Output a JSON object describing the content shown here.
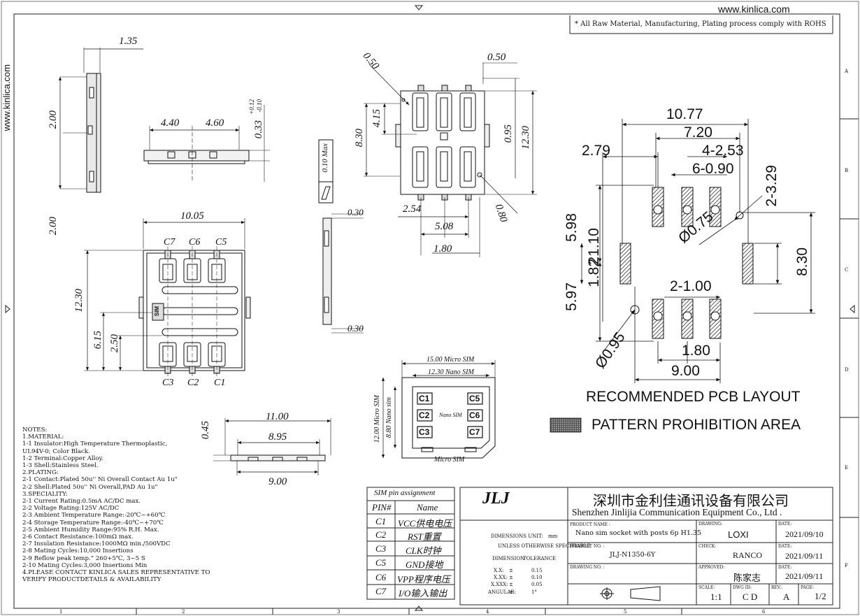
{
  "website": "www.kinlica.com",
  "side_website": "www.kinlica.com",
  "compliance_note": "* All Raw Material, Manufacturing, Plating process comply with ROHS",
  "left_drawing": {
    "dims": {
      "d135": "1.35",
      "d200a": "2.00",
      "d200b": "2.00",
      "d440": "4.40",
      "d460": "4.60",
      "d033": "0.33",
      "d033_tol_plus": "+0.12",
      "d033_tol_minus": "-0.10",
      "d1005": "10.05",
      "d1230": "12.30",
      "d615": "6.15",
      "d250": "2.50"
    },
    "contacts_top": [
      "C7",
      "C6",
      "C5"
    ],
    "contacts_bottom": [
      "C3",
      "C2",
      "C1"
    ],
    "sim_label": "SIM"
  },
  "middle_drawing": {
    "dims": {
      "d050": "0.50",
      "d050b": "0.50",
      "d415": "4.15",
      "d830": "8.30",
      "d095": "0.95",
      "d1230": "12.30",
      "d254": "2.54",
      "d508": "5.08",
      "d180": "1.80",
      "d080": "0.80",
      "d010": "0.10 Max",
      "d030a": "0.30",
      "d030b": "0.30"
    }
  },
  "side_view": {
    "dims": {
      "d045": "0.45",
      "d1100": "11.00",
      "d895": "8.95",
      "d900": "9.00"
    }
  },
  "card_drawing": {
    "micro_width": "15.00 Micro SIM",
    "nano_width": "12.30 Nano SIM",
    "micro_height": "12.00 Micro SIM",
    "nano_height": "8.80 Nano sim",
    "nano_label": "Nano SIM",
    "micro_label": "Micro SIM",
    "contacts": [
      "C1",
      "C5",
      "C2",
      "C6",
      "C3",
      "C7"
    ]
  },
  "pcb_layout": {
    "dims": {
      "d1077": "10.77",
      "d720": "7.20",
      "d279": "2.79",
      "d4_253": "4-2.53",
      "d6_090": "6-0.90",
      "d2_329": "2-3.29",
      "d598": "5.98",
      "d597": "5.97",
      "d2110": "21.10",
      "d1821": "1.82",
      "d075": "Ø0.75",
      "d830": "8.30",
      "d2_100": "2-1.00",
      "d095": "Ø0.95",
      "d180": "1.80",
      "d900": "9.00"
    },
    "title": "RECOMMENDED PCB LAYOUT",
    "legend": "PATTERN PROHIBITION AREA"
  },
  "notes": [
    "NOTES:",
    "1.MATERIAL:",
    "1-1 Insulator:High Temperature Thermoplastic,",
    "    UL94V-0; Color Black.",
    "1-2 Terminal:Copper Alloy.",
    "1-3 Shell:Stainless Steel.",
    "2.PLATING:",
    "2-1 Contact:Plated 50u'' Ni Overall Contact Au 1u\"",
    "2-2 Shell:Plated 50u'' Ni Overall,PAD Au 1u\"",
    "3.SPECIALITY:",
    "2-1 Current Rating:0.5mA AC/DC max.",
    "2-2 Voltage Rating:125V AC/DC",
    "2-3 Ambient Temperature Range:-20℃~+60℃",
    "2-4 Storage Temperature Range:-40℃~+70℃",
    "2-5 Ambient Humidity Range:95% R.H. Max.",
    "2-6 Contact Resistance:100mΩ  max.",
    "2-7 Insulation Resistance:1000MΩ min./500VDC",
    "2-8 Mating Cycles:10,000 Insertions",
    "2-9 Reflow peak temp.” 260+5℃, 3~5 S",
    "2-10 Mating Cycles:3,000 Insertions Min",
    "4.PLEASE CONTACT KINLICA SALES REPRESENTATIVE   TO",
    "VERIFY PRODUCTDETAILS & AVAILABILITY"
  ],
  "pin_table": {
    "title": "SIM pin assignment",
    "headers": [
      "PIN#",
      "Name"
    ],
    "rows": [
      [
        "C1",
        "VCC供电电压"
      ],
      [
        "C2",
        "RST重置"
      ],
      [
        "C3",
        "CLK时钟"
      ],
      [
        "C5",
        "GND接地"
      ],
      [
        "C6",
        "VPP程序电压"
      ],
      [
        "C7",
        "I/O输入输出"
      ]
    ]
  },
  "title_block": {
    "company_cn": "深圳市金利佳通讯设备有限公司",
    "company_en": "Shenzhen Jinlijia Communication Equipment Co., Ltd .",
    "logo": "JLJ",
    "dimensions_unit_label": "DIMENSIONS UNIT:",
    "dimensions_unit": "mm",
    "unless_label": "UNLESS OTHERWISE SPECIFIABLE",
    "dimension_label": "DIMENSION",
    "tolerance_label": "TOLERANCE",
    "tolerances": [
      [
        "X.X:",
        "±",
        "0.15"
      ],
      [
        "X.XX:",
        "±",
        "0.10"
      ],
      [
        "X.XXX:",
        "±",
        "0.05"
      ],
      [
        "ANGULAR:",
        "±",
        "1°"
      ]
    ],
    "product_name_label": "PRODUCT NAME :",
    "product_name": "Nano sim socket with posts 6p H1.35",
    "product_no_label": "PRODUCT NO. :",
    "product_no": "JLJ-N1350-6Y",
    "drawing_no_label": "DRAWING NO. :",
    "drawing_label": "DRAWING:",
    "drawing": "LOXI",
    "check_label": "CHECK:",
    "check": "RANCO",
    "approved_label": "APPROVED:",
    "approved": "陈家志",
    "date_label": "DATE:",
    "date1": "2021/09/10",
    "date2": "2021/09/11",
    "date3": "2021/09/11",
    "scale_label": "SCALE:",
    "scale": "1:1",
    "dwg_id_label": "DWG ID:",
    "dwg_id": "C D",
    "rev_label": "REV.:",
    "rev": "A",
    "page_label": "PAGE:",
    "page": "1/2"
  },
  "frame": {
    "columns": [
      "1",
      "2",
      "3",
      "4",
      "5",
      "6"
    ],
    "rows": [
      "A",
      "B",
      "C",
      "D",
      "E",
      "F"
    ]
  }
}
